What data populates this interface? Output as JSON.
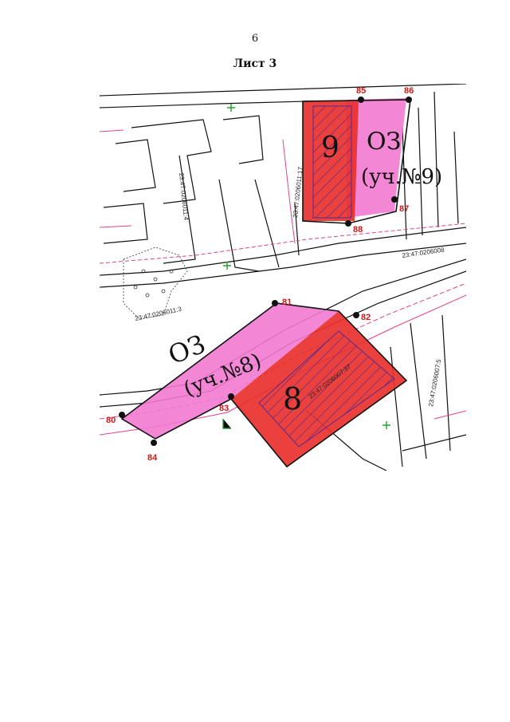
{
  "page": {
    "number": "6",
    "title": "Лист 3"
  },
  "map": {
    "zones": [
      {
        "id": "zone-9",
        "code": "ОЗ",
        "parcel": "(уч.№9)"
      },
      {
        "id": "zone-8",
        "code": "ОЗ",
        "parcel": "(уч.№8)"
      }
    ],
    "buildings": [
      {
        "id": "building-9",
        "number": "9"
      },
      {
        "id": "building-8",
        "number": "8"
      }
    ],
    "points": [
      "80",
      "81",
      "82",
      "83",
      "84",
      "85",
      "86",
      "87",
      "88"
    ],
    "cadastral_labels": [
      "23:47:0206011:4",
      "23:47:0206011:3",
      "23:47:0206011:17",
      "23:47:0206007:37",
      "23:47:0206007:5",
      "23:47:0206008"
    ],
    "colors": {
      "building_fill": "#e8302e",
      "zone_fill": "#f27ad0",
      "point_label": "#d01818",
      "hatch": "#5a2a8a",
      "linework": "#111111",
      "pink_lines": "#e0408a"
    }
  }
}
